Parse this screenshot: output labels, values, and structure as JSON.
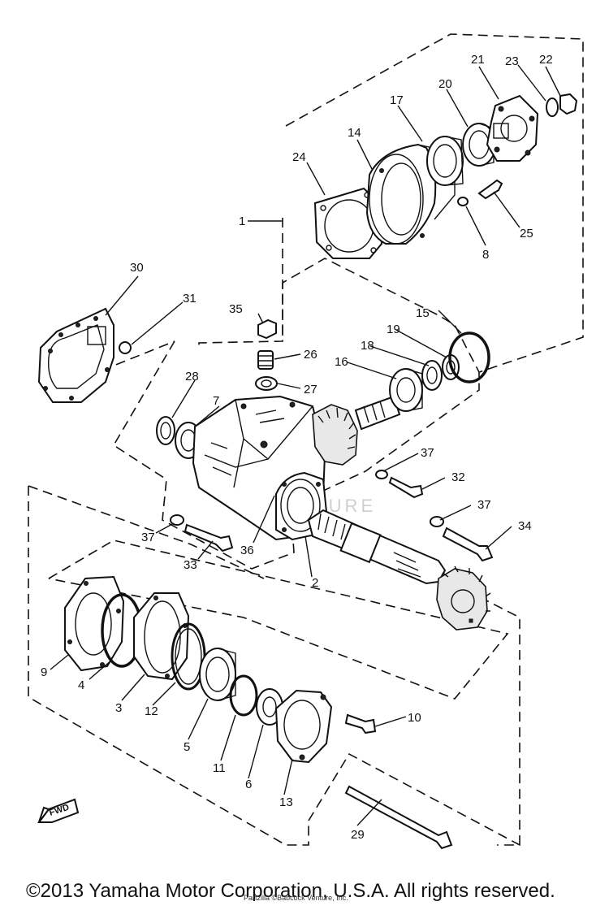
{
  "diagram": {
    "callouts": {
      "p1": "1",
      "p2": "2",
      "p3": "3",
      "p4": "4",
      "p5": "5",
      "p6": "6",
      "p7": "7",
      "p8": "8",
      "p9": "9",
      "p10": "10",
      "p11": "11",
      "p12": "12",
      "p13": "13",
      "p14": "14",
      "p15": "15",
      "p16": "16",
      "p17": "17",
      "p18": "18",
      "p19": "19",
      "p20": "20",
      "p21": "21",
      "p22": "22",
      "p23": "23",
      "p24": "24",
      "p25": "25",
      "p26": "26",
      "p27": "27",
      "p28": "28",
      "p29": "29",
      "p30": "30",
      "p31": "31",
      "p32": "32",
      "p33": "33",
      "p34": "34",
      "p35": "35",
      "p36": "36",
      "p37a": "37",
      "p37b": "37",
      "p37c": "37"
    },
    "fwd_label": "FWD",
    "watermark": "VENTURE",
    "copyright": "©2013 Yamaha Motor Corporation, U.S.A. All rights reserved.",
    "small_credit": "Partzilla ©Babcock Venture, Inc."
  }
}
